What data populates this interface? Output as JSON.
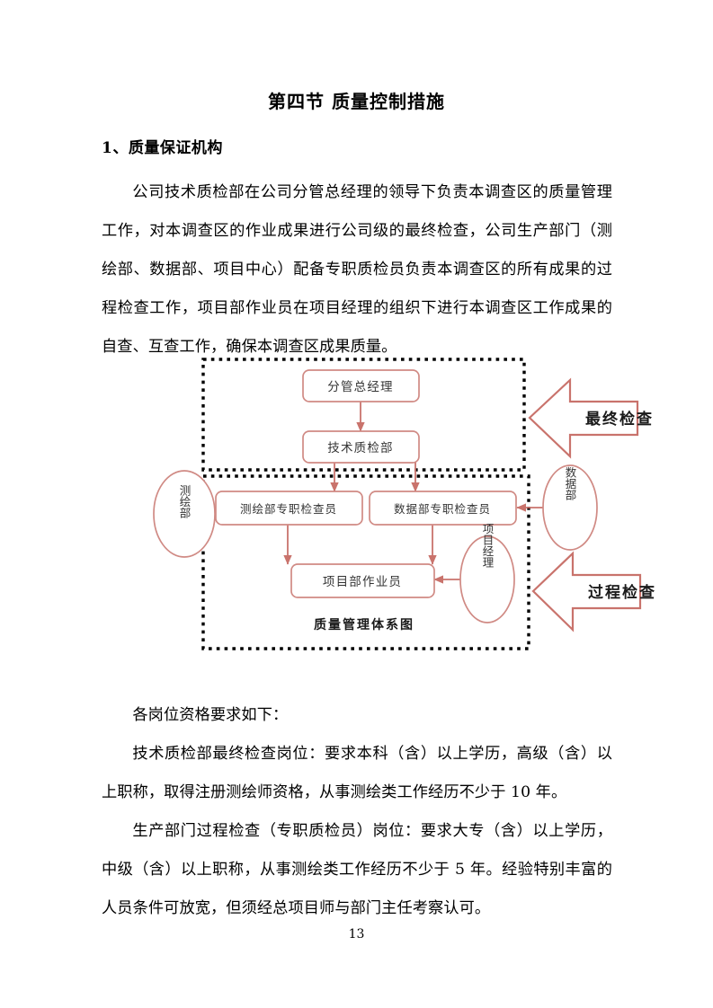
{
  "document": {
    "title": "第四节 质量控制措施",
    "section_heading": "1、质量保证机构",
    "paragraph_intro": "公司技术质检部在公司分管总经理的领导下负责本调查区的质量管理工作，对本调查区的作业成果进行公司级的最终检查，公司生产部门（测绘部、数据部、项目中心）配备专职质检员负责本调查区的所有成果的过程检查工作，项目部作业员在项目经理的组织下进行本调查区工作成果的自查、互查工作，确保本调查区成果质量。",
    "paragraph_requirements_lead": "各岗位资格要求如下：",
    "paragraph_final_check": "技术质检部最终检查岗位：要求本科（含）以上学历，高级（含）以上职称，取得注册测绘师资格，从事测绘类工作经历不少于 10 年。",
    "paragraph_process_check": "生产部门过程检查（专职质检员）岗位：要求大专（含）以上学历，中级（含）以上职称，从事测绘类工作经历不少于 5 年。经验特别丰富的人员条件可放宽，但须经总项目师与部门主任考察认可。",
    "page_number": "13"
  },
  "diagram": {
    "caption": "质量管理体系图",
    "nodes": {
      "deputy_gm": "分管总经理",
      "tech_qc_dept": "技术质检部",
      "survey_inspector": "测绘部专职检查员",
      "data_inspector": "数据部专职检查员",
      "project_worker": "项目部作业员",
      "survey_dept": "测绘部",
      "data_dept": "数据部",
      "project_manager": "项目经理"
    },
    "callouts": {
      "final_check": "最终检查",
      "process_check": "过程检查"
    },
    "colors": {
      "box_stroke": "#d08a84",
      "arrow_stroke": "#c9736c",
      "dotted_stroke": "#000000",
      "node_text": "#333333"
    }
  }
}
